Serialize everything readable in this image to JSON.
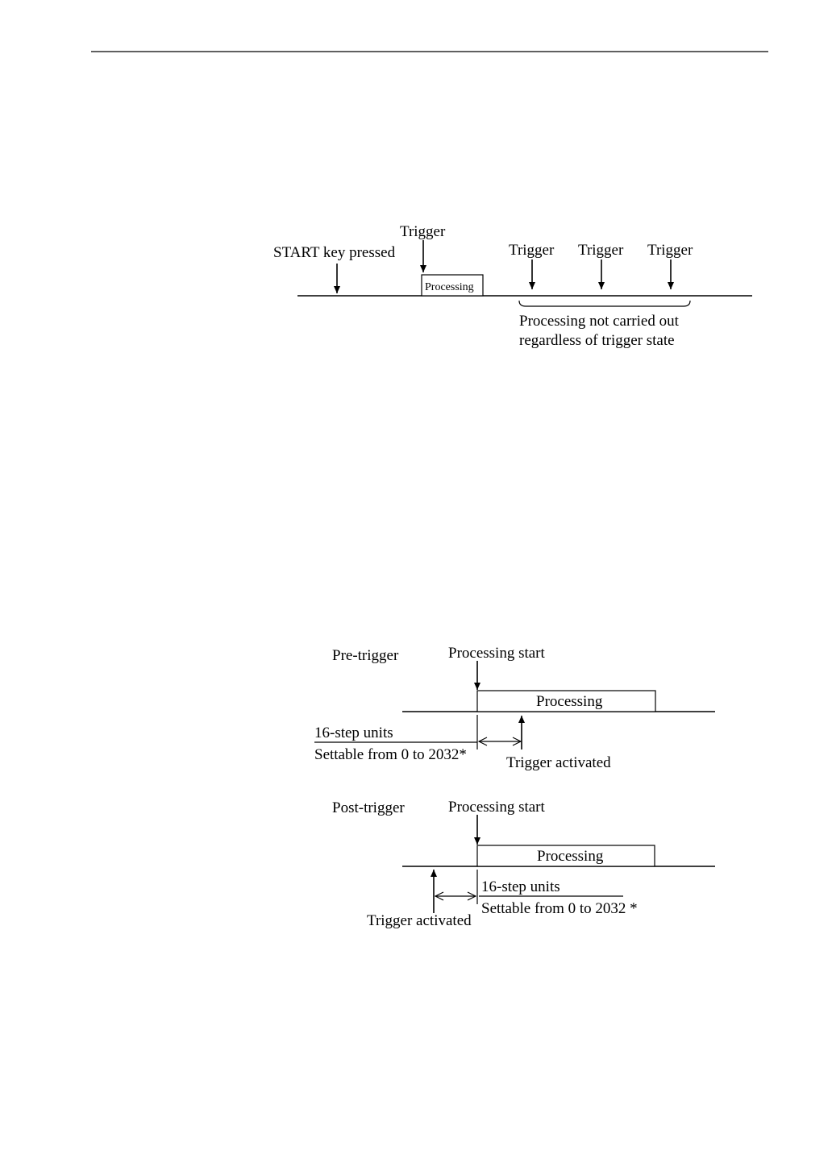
{
  "diagram1": {
    "start_label": "START key pressed",
    "trigger_first": "Trigger",
    "processing_label": "Processing",
    "triggers": [
      "Trigger",
      "Trigger",
      "Trigger"
    ],
    "note_line1": "Processing not carried out",
    "note_line2": "regardless of trigger state"
  },
  "pre_trigger": {
    "title": "Pre-trigger",
    "start_label": "Processing start",
    "processing_label": "Processing",
    "units_label": "16-step units",
    "settable_label": "Settable from 0 to 2032*",
    "trigger_label": "Trigger activated"
  },
  "post_trigger": {
    "title": "Post-trigger",
    "start_label": "Processing start",
    "processing_label": "Processing",
    "units_label": "16-step units",
    "settable_label": "Settable from 0 to 2032 *",
    "trigger_label": "Trigger activated"
  }
}
